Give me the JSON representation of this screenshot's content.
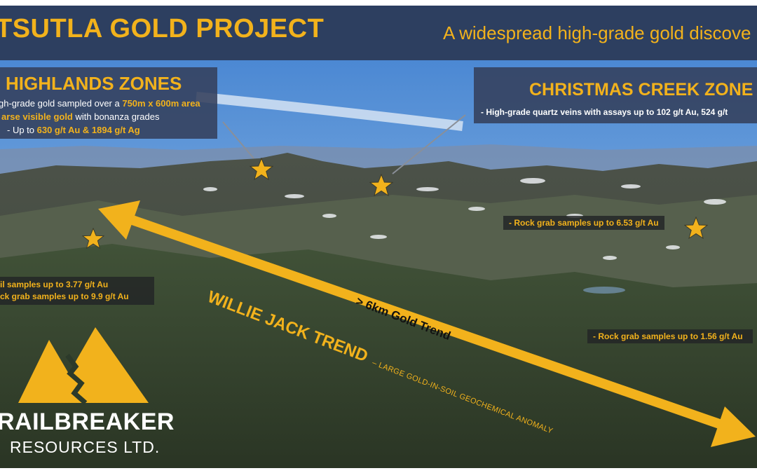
{
  "title": "TSUTLA GOLD PROJECT",
  "subtitle": "A widespread high-grade gold discove",
  "highlands": {
    "heading": "HIGHLANDS ZONES",
    "line1_a": "gh-grade gold sampled over a ",
    "line1_b": "750m x 600m area",
    "line2_a": "arse visible gold",
    "line2_b": " with bonanza grades",
    "line3_a": "-    Up to ",
    "line3_b": "630 g/t Au & 1894 g/t Ag"
  },
  "christmas_creek": {
    "heading": "CHRISTMAS CREEK ZONE",
    "line1": "-  High-grade quartz veins with assays up to 102 g/t Au, 524 g/t"
  },
  "callouts": {
    "rock_653": "- Rock grab samples up to 6.53 g/t Au",
    "soil_line1": "il samples up to 3.77 g/t Au",
    "soil_line2": "ck grab samples up to 9.9 g/t Au",
    "rock_156": "- Rock grab samples up to 1.56 g/t Au"
  },
  "trend": {
    "name": "WILLIE JACK TREND",
    "description": "– LARGE GOLD-IN-SOIL GEOCHEMICAL ANOMALY",
    "arrow_label": "> 6km Gold Trend"
  },
  "logo": {
    "name": "RAILBREAKER",
    "subname": "RESOURCES LTD.",
    "icon": "mountain-logo-icon"
  },
  "colors": {
    "accent_gold": "#f2b21c",
    "panel_navy": "#34405c",
    "title_bar": "#2c3a58"
  }
}
